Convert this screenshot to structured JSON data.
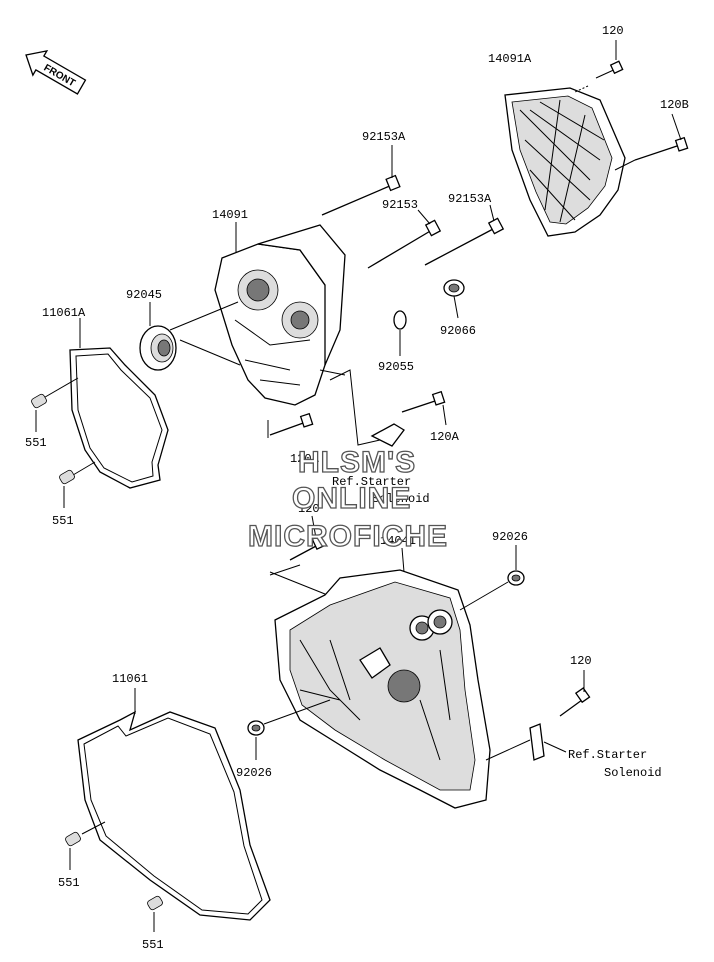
{
  "front_arrow": {
    "label": "FRONT"
  },
  "labels": {
    "p14091A": "14091A",
    "p120_top": "120",
    "p120B": "120B",
    "p92153A_a": "92153A",
    "p14091": "14091",
    "p92153": "92153",
    "p92153A_b": "92153A",
    "p92045": "92045",
    "p11061A": "11061A",
    "p92066": "92066",
    "p92055": "92055",
    "p551_a": "551",
    "p551_b": "551",
    "p120A_right": "120A",
    "p120A_left": "120A",
    "p120_mid": "120",
    "p14041": "14041",
    "p92026_top": "92026",
    "p120_right": "120",
    "p11061": "11061",
    "p92026_bottom": "92026",
    "p551_c": "551",
    "p551_d": "551"
  },
  "refs": {
    "ref_starter_1_line1": "Ref.Starter",
    "ref_starter_1_line2": "Solenoid",
    "ref_starter_2_line1": "Ref.Starter",
    "ref_starter_2_line2": "Solenoid"
  },
  "watermark": {
    "line1": "HLSM'S",
    "line2": "ONLINE",
    "line3": "MICROFICHE"
  }
}
